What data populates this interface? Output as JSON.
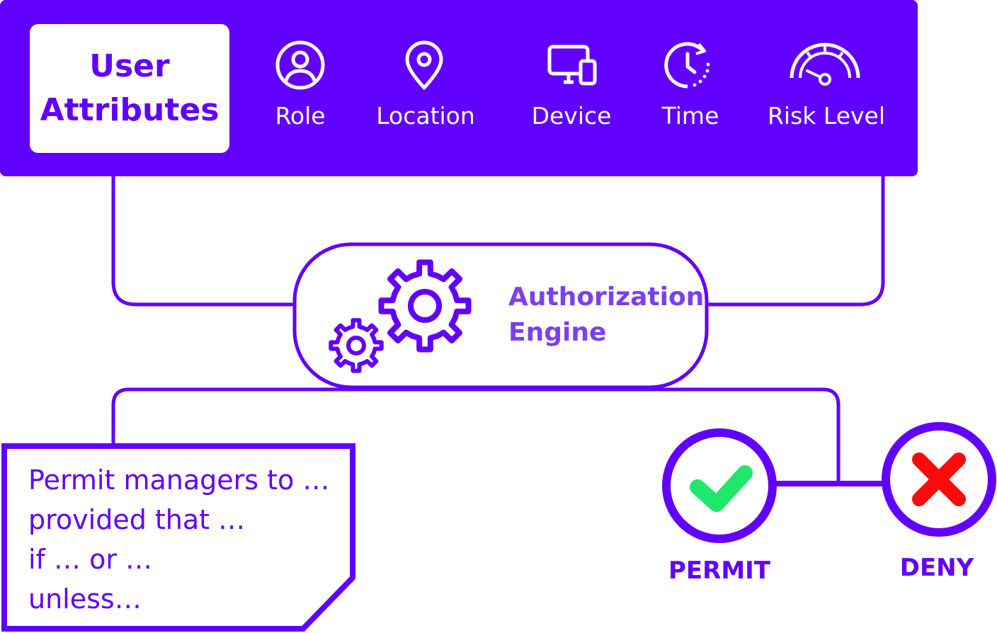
{
  "header": {
    "title_line1": "User",
    "title_line2": "Attributes"
  },
  "attributes": [
    {
      "label": "Role",
      "icon": "user-circle-icon"
    },
    {
      "label": "Location",
      "icon": "location-pin-icon"
    },
    {
      "label": "Device",
      "icon": "devices-icon"
    },
    {
      "label": "Time",
      "icon": "clock-icon"
    },
    {
      "label": "Risk Level",
      "icon": "gauge-icon"
    }
  ],
  "engine": {
    "label_line1": "Authorization",
    "label_line2": "Engine",
    "icon": "gears-icon"
  },
  "policy": {
    "lines": [
      "Permit managers to …",
      "provided that …",
      "if … or …",
      "unless…"
    ]
  },
  "outcomes": {
    "permit": {
      "label": "PERMIT",
      "icon": "checkmark-icon",
      "color": "#1EE86B"
    },
    "deny": {
      "label": "DENY",
      "icon": "x-icon",
      "color": "#FF0A0A"
    }
  },
  "colors": {
    "primary": "#6200FF",
    "engine_text": "#7B3FF2",
    "background": "#FFFFFF"
  }
}
